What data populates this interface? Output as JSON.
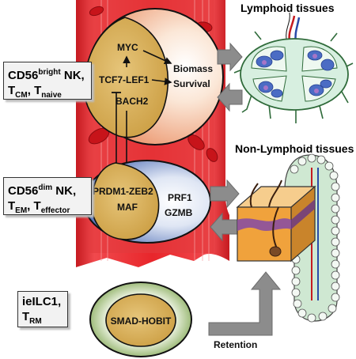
{
  "headings": {
    "lymphoid": "Lymphoid tissues",
    "non_lymphoid": "Non-Lymphoid tissues"
  },
  "cells": {
    "top": {
      "genes": {
        "myc": "MYC",
        "tcf7": "TCF7-LEF1",
        "bach2": "BACH2"
      },
      "outputs": {
        "biomass": "Biomass",
        "survival": "Survival"
      }
    },
    "middle": {
      "genes": {
        "prdm1": "PRDM1-ZEB2",
        "maf": "MAF",
        "prf1": "PRF1",
        "gzmb": "GZMB"
      }
    },
    "bottom": {
      "genes": {
        "smad": "SMAD-HOBIT"
      }
    }
  },
  "side_labels": {
    "top": {
      "line1_main": "CD56",
      "line1_sup": "bright",
      "line1_rest": " NK,",
      "t1": "T",
      "t1_sub": "CM",
      "sep": ", ",
      "t2": "T",
      "t2_sub": "naive"
    },
    "middle": {
      "line1_main": "CD56",
      "line1_sup": "dim",
      "line1_rest": " NK,",
      "t1": "T",
      "t1_sub": "EM",
      "sep": ", ",
      "t2": "T",
      "t2_sub": "effector"
    },
    "bottom": {
      "line1": "ieILC1,",
      "t1": "T",
      "t1_sub": "RM"
    }
  },
  "retention_label": "Retention",
  "colors": {
    "vessel_red": "#e8262b",
    "vessel_dark": "#b51218",
    "top_cell_outer": "#e98a5e",
    "nucleus": "#d9b25a",
    "middle_cell_outer": "#3d5fae",
    "bottom_cell_outer": "#6f9a3c",
    "arrow_gray": "#8c8c8c",
    "lymph_node_fill": "#d7efe0",
    "lymph_node_follicle": "#4b6cc4",
    "skin_orange": "#f0a23c",
    "skin_purple": "#8a4fa0",
    "villi_green": "#cfe8d2"
  }
}
